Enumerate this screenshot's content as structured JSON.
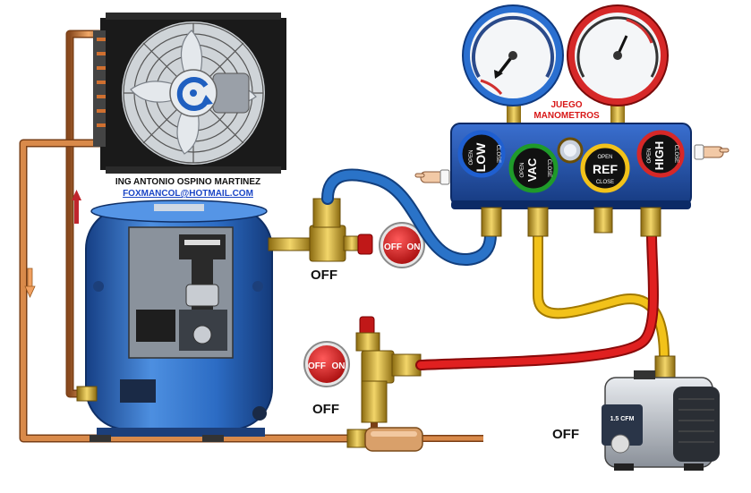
{
  "credit": {
    "name": "ING ANTONIO OSPINO MARTINEZ",
    "email": "FOXMANCOL@HOTMAIL.COM"
  },
  "manifold": {
    "title_line1": "JUEGO",
    "title_line2": "MANOMETROS",
    "knob_low": {
      "top": "OPEN",
      "main": "LOW",
      "side": "CLOSE"
    },
    "knob_vac": {
      "top": "OPEN",
      "main": "VAC",
      "side": "CLOSE"
    },
    "knob_ref": {
      "top": "OPEN",
      "main": "REF",
      "side": "CLOSE"
    },
    "knob_high": {
      "top": "OPEN",
      "main": "HIGH",
      "side": "CLOSE"
    }
  },
  "valves": {
    "suction_switch": {
      "off": "OFF",
      "on": "ON",
      "status": "OFF"
    },
    "liquid_switch": {
      "off": "OFF",
      "on": "ON",
      "status": "OFF"
    }
  },
  "vacuum_pump": {
    "status": "OFF",
    "model": "1.5 CFM"
  },
  "colors": {
    "copper": "#c8743a",
    "blue_hose": "#2a73c8",
    "yellow_hose": "#f2c21a",
    "red_hose": "#e02020",
    "manifold": "#1f4fa8",
    "compressor": "#2c6cc4",
    "low_gauge_rim": "#2a6fd0",
    "high_gauge_rim": "#d62828"
  }
}
